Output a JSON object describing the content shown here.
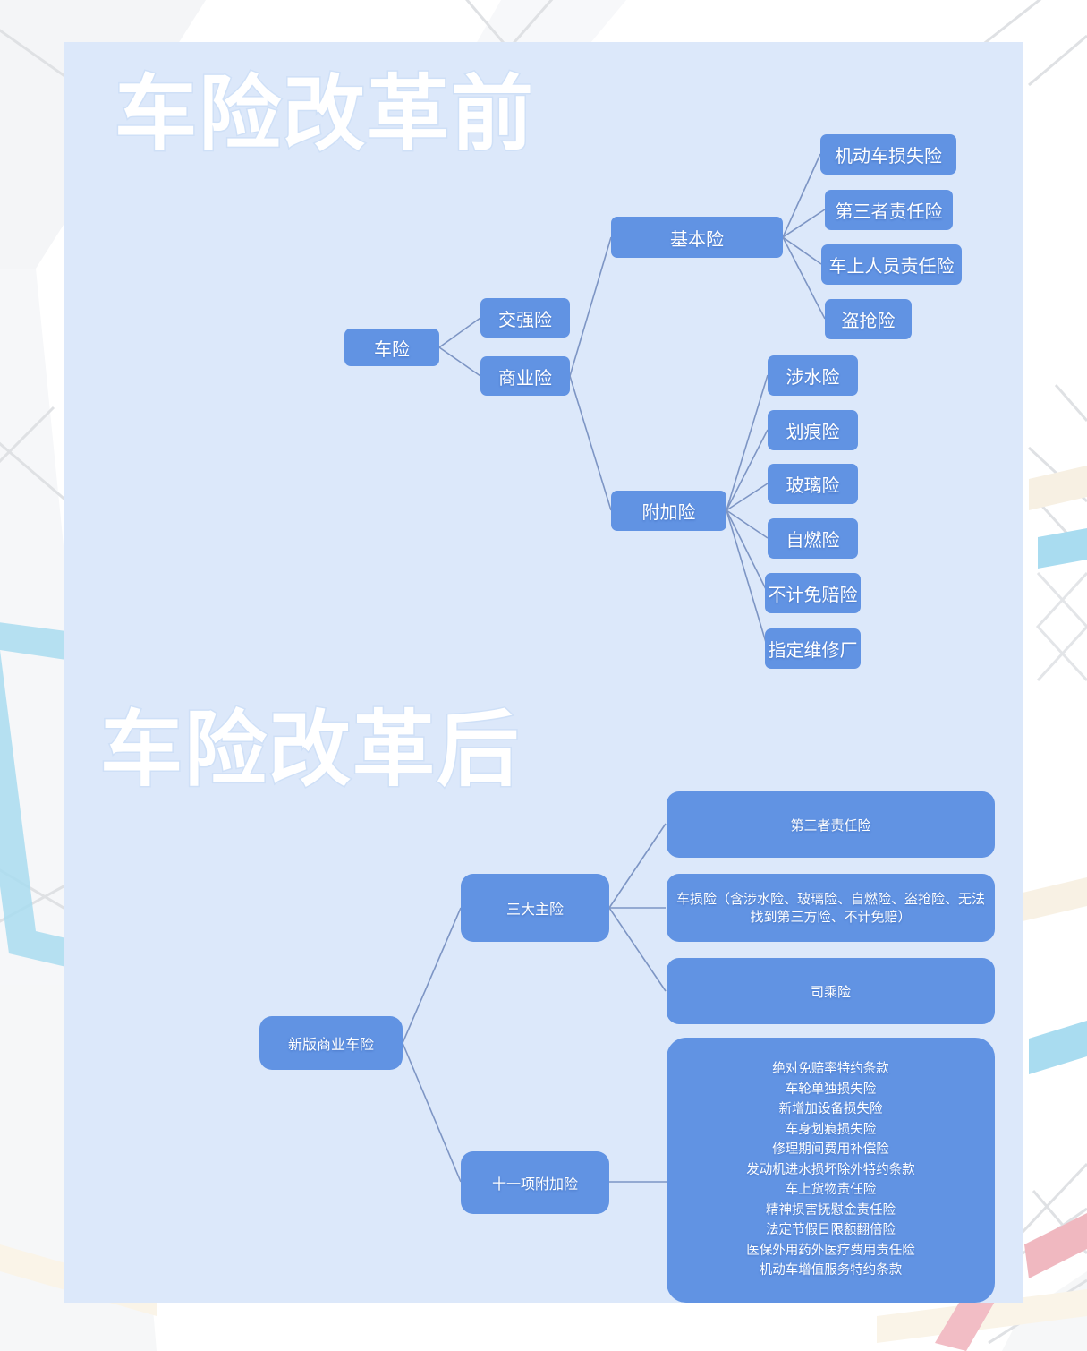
{
  "page": {
    "panel_bg": "#dce8fa",
    "node_color": "#6193e3",
    "link_color": "#7d95c4",
    "heading_stroke": "#cfe0f7"
  },
  "sections": [
    {
      "id": "before",
      "heading": "车险改革前",
      "root": "车险",
      "branches": [
        "交强险",
        "商业险"
      ],
      "groups": [
        {
          "label": "基本险",
          "items": [
            "机动车损失险",
            "第三者责任险",
            "车上人员责任险",
            "盗抢险"
          ]
        },
        {
          "label": "附加险",
          "items": [
            "涉水险",
            "划痕险",
            "玻璃险",
            "自燃险",
            "不计免赔险",
            "指定维修厂"
          ]
        }
      ]
    },
    {
      "id": "after",
      "heading": "车险改革后",
      "root": "新版商业车险",
      "branches": [
        "三大主险",
        "十一项附加险"
      ],
      "main_risks": [
        "第三者责任险",
        "车损险（含涉水险、玻璃险、自燃险、盗抢险、无法找到第三方险、不计免赔）",
        "司乘险"
      ],
      "main_risk_line1": "车损险（含涉水险、玻璃险、自燃险、盗抢险、无法",
      "main_risk_line2": "找到第三方险、不计免赔）",
      "addons": [
        "绝对免赔率特约条款",
        "车轮单独损失险",
        "新增加设备损失险",
        "车身划痕损失险",
        "修理期间费用补偿险",
        "发动机进水损坏除外特约条款",
        "车上货物责任险",
        "精神损害抚慰金责任险",
        "法定节假日限额翻倍险",
        "医保外用药外医疗费用责任险",
        "机动车增值服务特约条款"
      ]
    }
  ]
}
